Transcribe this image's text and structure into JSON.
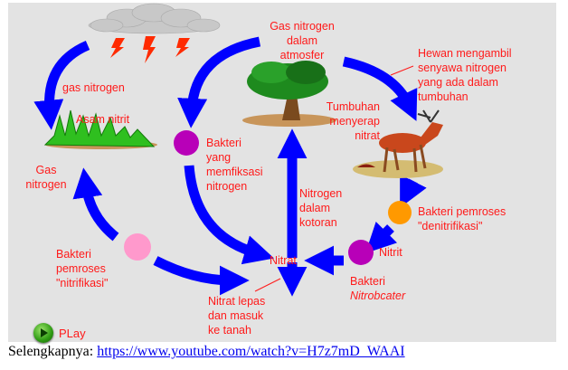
{
  "diagram": {
    "labels": {
      "gas_nitrogen_top": "gas nitrogen",
      "asam_nitrit": "Asam nitrit",
      "gas_nitrogen_left": [
        "Gas",
        "nitrogen"
      ],
      "atmosphere": [
        "Gas nitrogen",
        "dalam",
        "atmosfer"
      ],
      "fixing_bacteria": [
        "Bakteri",
        "yang",
        "memfiksasi",
        "nitrogen"
      ],
      "animal": [
        "Hewan mengambil",
        "senyawa nitrogen",
        "yang ada dalam",
        "tumbuhan"
      ],
      "plant_absorb": [
        "Tumbuhan",
        "menyerap",
        "nitrat"
      ],
      "manure": [
        "Nitrogen",
        "dalam",
        "kotoran"
      ],
      "denitrification": [
        "Bakteri pemroses",
        "\"denitrifikasi\""
      ],
      "nitrit": "Nitrit",
      "nitrobacter": [
        "Bakteri",
        "Nitrobcater"
      ],
      "nitrat": "Nitrat",
      "nitrification": [
        "Bakteri",
        "pemroses",
        "\"nitrifikasi\""
      ],
      "nitrate_release": [
        "Nitrat lepas",
        "dan masuk",
        "ke tanah"
      ]
    },
    "play_label": "PLay",
    "colors": {
      "arrow": "#0000ff",
      "label": "#ff1a1a",
      "background": "#e3e3e3"
    }
  },
  "footer": {
    "prefix": "Selengkapnya:",
    "link": "https://www.youtube.com/watch?v=H7z7mD_WAAI"
  }
}
